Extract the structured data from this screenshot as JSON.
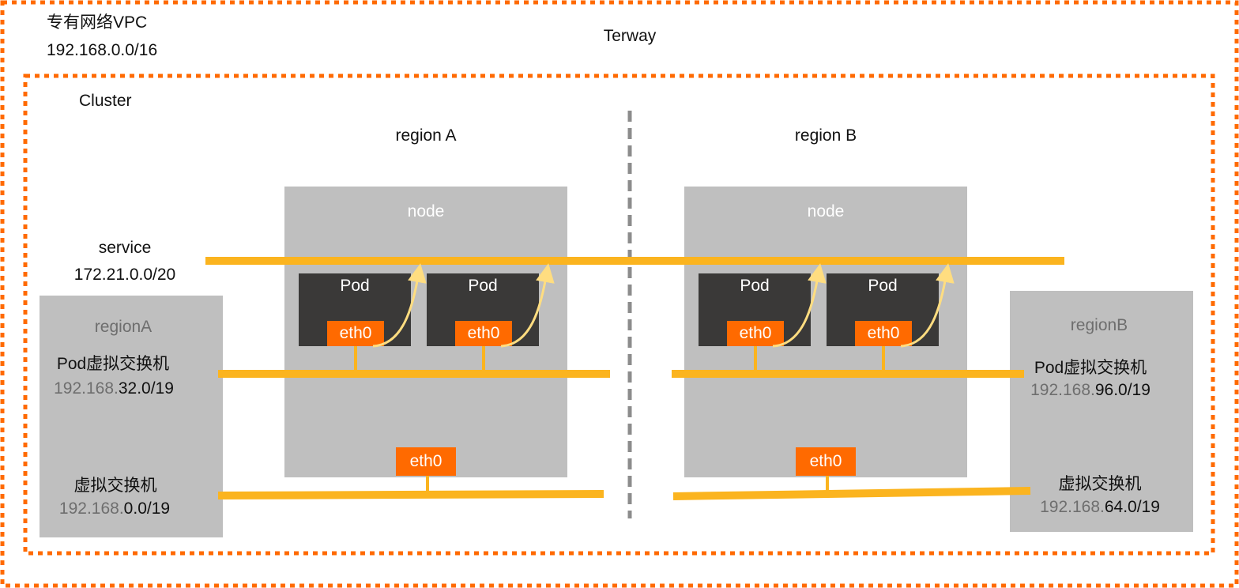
{
  "vpc": {
    "title": "专有网络VPC",
    "cidr": "192.168.0.0/16",
    "plugin": "Terway"
  },
  "cluster": {
    "title": "Cluster"
  },
  "regions": [
    {
      "label": "region A"
    },
    {
      "label": "region B"
    }
  ],
  "node": {
    "label": "node"
  },
  "pod": {
    "label": "Pod",
    "eth": "eth0"
  },
  "service": {
    "label": "service",
    "cidr": "172.21.0.0/20"
  },
  "regionA": {
    "title": "regionA",
    "pod_switch": "Pod虚拟交换机",
    "pod_prefix": "192.168.",
    "pod_suffix": "32.0/19",
    "vswitch": "虚拟交换机",
    "vs_prefix": "192.168.",
    "vs_suffix": "0.0/19"
  },
  "regionB": {
    "title": "regionB",
    "pod_switch": "Pod虚拟交换机",
    "pod_prefix": "192.168.",
    "pod_suffix": "96.0/19",
    "vswitch": "虚拟交换机",
    "vs_prefix": "192.168.",
    "vs_suffix": "64.0/19"
  },
  "colors": {
    "border": "#ff6a00",
    "line": "#fbb41f",
    "arrow": "#ffdd80",
    "box": "#bfbfbf",
    "pod": "#3a3938"
  }
}
